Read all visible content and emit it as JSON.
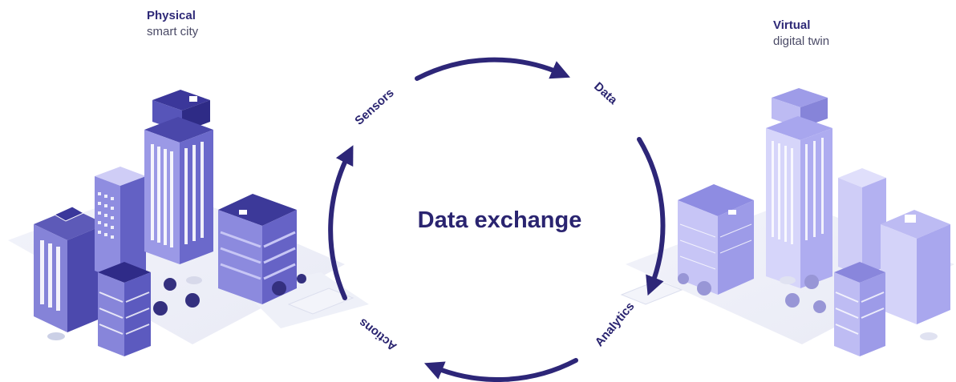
{
  "physical": {
    "title": "Physical",
    "subtitle": "smart city"
  },
  "virtual": {
    "title": "Virtual",
    "subtitle": "digital twin"
  },
  "cycle": {
    "center_label": "Data exchange",
    "steps": [
      "Sensors",
      "Data",
      "Analytics",
      "Actions"
    ]
  },
  "colors": {
    "arrow": "#2d2678",
    "building_dark": "#3d3a99",
    "building_mid": "#6a68c8",
    "building_light": "#a9a8ee",
    "twin_light": "#c9c8f7"
  }
}
